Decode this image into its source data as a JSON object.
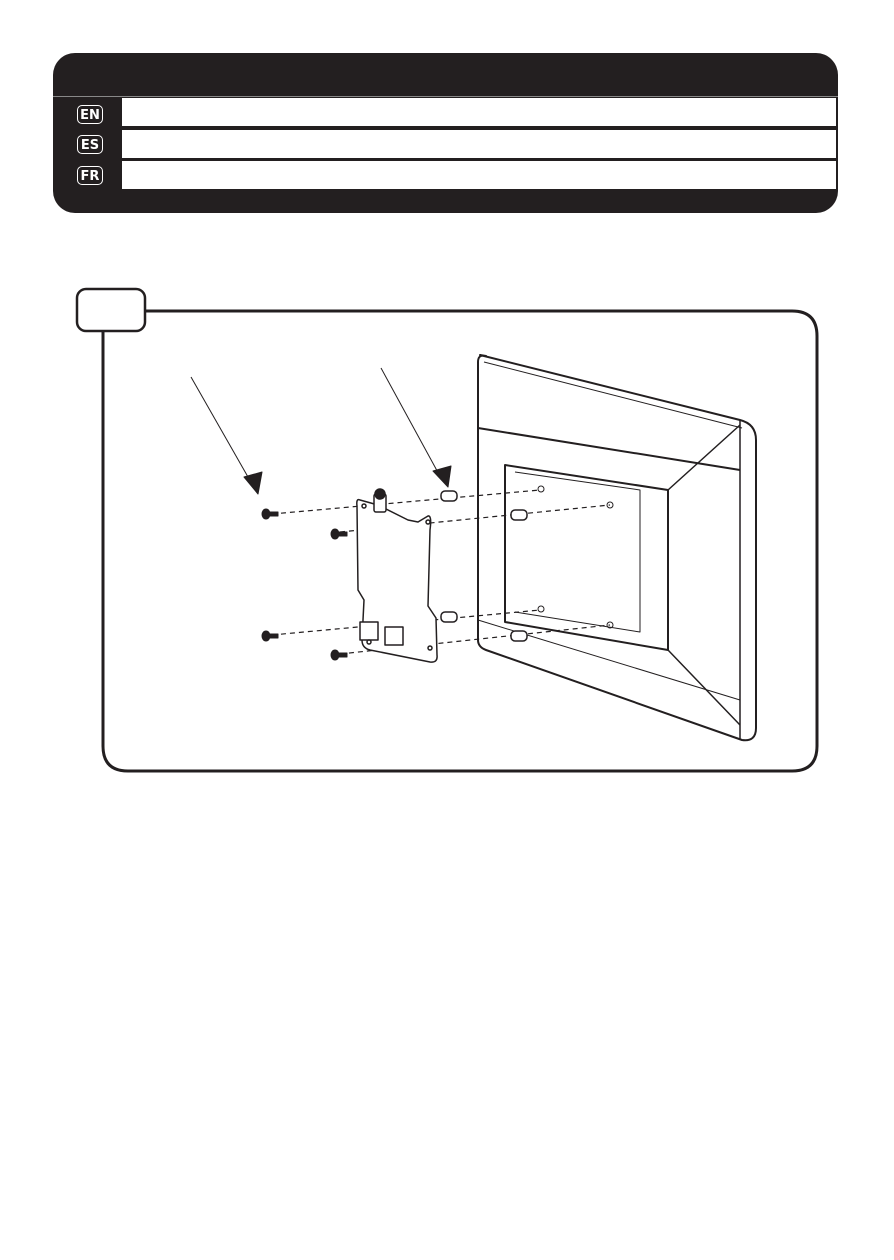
{
  "languages": [
    {
      "code": "EN"
    },
    {
      "code": "ES"
    },
    {
      "code": "FR"
    }
  ],
  "colors": {
    "ink": "#231f20",
    "paper": "#ffffff"
  }
}
